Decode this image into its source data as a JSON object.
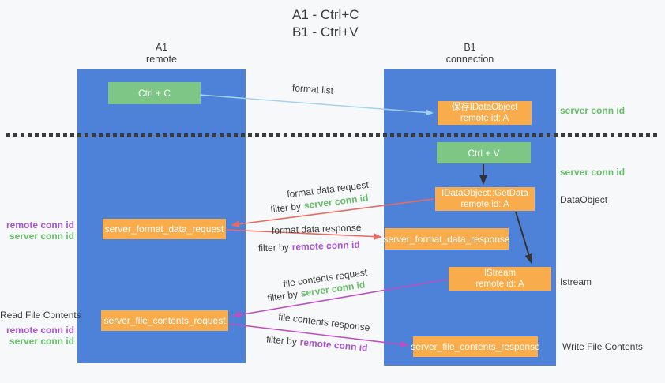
{
  "title": {
    "line1": "A1 - Ctrl+C",
    "line2": "B1 - Ctrl+V"
  },
  "columns": {
    "left": {
      "name": "A1",
      "role": "remote"
    },
    "right": {
      "name": "B1",
      "role": "connection"
    }
  },
  "nodes": {
    "ctrl_c": {
      "label": "Ctrl + C"
    },
    "ctrl_v": {
      "label": "Ctrl + V"
    },
    "save_dataobject": {
      "line1": "保存IDataObject",
      "line2": "remote id: A"
    },
    "getdata": {
      "line1": "IDataObject::GetData",
      "line2": "remote id: A"
    },
    "istream": {
      "line1": "IStream",
      "line2": "remote id: A"
    },
    "server_format_data_request": {
      "label": "server_format_data_request"
    },
    "server_format_data_response": {
      "label": "server_format_data_response"
    },
    "server_file_contents_request": {
      "label": "server_file_contents_request"
    },
    "server_file_contents_response": {
      "label": "server_file_contents_response"
    }
  },
  "arrow_labels": {
    "format_list": "format list",
    "format_data_request": {
      "title": "format data request",
      "filter_prefix": "filter by",
      "filter_key": "server conn id"
    },
    "format_data_response": {
      "title": "format data response",
      "filter_prefix": "filter by",
      "filter_key": "remote conn id"
    },
    "file_contents_request": {
      "title": "file contents request",
      "filter_prefix": "filter by",
      "filter_key": "server conn id"
    },
    "file_contents_response": {
      "title": "file contents response",
      "filter_prefix": "filter by",
      "filter_key": "remote conn id"
    }
  },
  "side_labels": {
    "server_conn_id_top_right": "server conn id",
    "server_conn_id_mid_right": "server conn id",
    "dataobject": "DataObject",
    "istream": "Istream",
    "write_file_contents": "Write File Contents",
    "remote_conn_id_left_top": "remote conn id",
    "server_conn_id_left_top": "server conn id",
    "read_file_contents": "Read File Contents",
    "remote_conn_id_left_bottom": "remote conn id",
    "server_conn_id_left_bottom": "server conn id"
  },
  "colors": {
    "lane_blue": "#4d82d8",
    "node_green": "#7dc685",
    "node_orange": "#f9ac4b",
    "server_conn_green": "#67bd6b",
    "remote_conn_purple": "#a855cb",
    "request_red": "#e96a62",
    "contents_magenta": "#bd4fc0",
    "format_list_blue": "#a5d2ee",
    "text_dark": "#3b3b3b",
    "background": "#f7f8f9"
  }
}
